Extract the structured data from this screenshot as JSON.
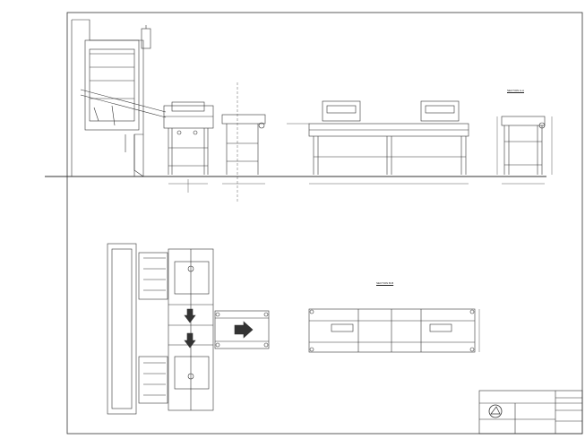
{
  "drawing": {
    "section_a_label": "SECTION  A-A",
    "section_b_label": "SECTION  B-B"
  },
  "title_block": {
    "logo_name": "company-logo",
    "company_lines": [
      "",
      "",
      ""
    ],
    "revision_header": "",
    "scale": "",
    "sheet": ""
  }
}
